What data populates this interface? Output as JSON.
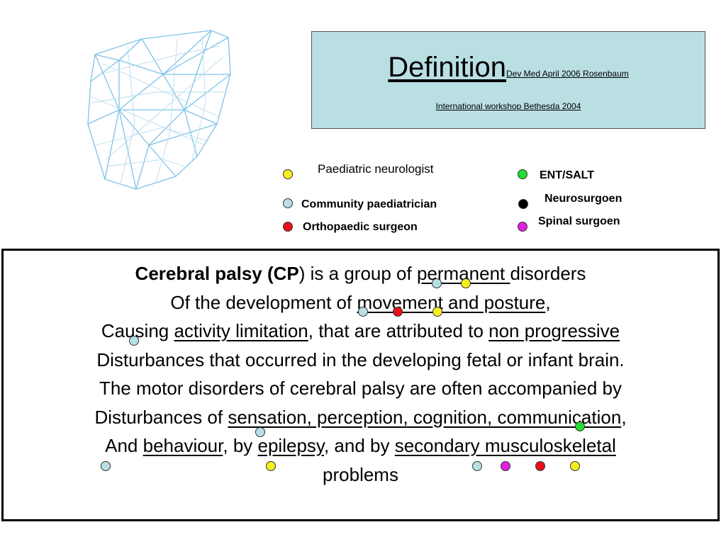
{
  "title": {
    "main": "Definition",
    "reference": "Dev Med April 2006 Rosenbaum",
    "subtitle": "International workshop Bethesda 2004  "
  },
  "legend": {
    "items": [
      {
        "label": "Paediatric neurologist",
        "color": "#f5ef1e"
      },
      {
        "label": "Community paediatrician",
        "color": "#b9dfe3"
      },
      {
        "label": "Orthopaedic surgeon",
        "color": "#e8101a"
      },
      {
        "label": "ENT/SALT",
        "color": "#22dd33"
      },
      {
        "label": "Neurosurgoen",
        "color": "#000000"
      },
      {
        "label": "Spinal surgoen",
        "color": "#e020e0"
      }
    ]
  },
  "definition": {
    "line1": {
      "bold": "Cerebral palsy (CP",
      "rest": ") is a group of ",
      "u1": "permanent ",
      "end": "disorders"
    },
    "line2": {
      "a": "Of the development of ",
      "u1": "movement and posture",
      "b": ","
    },
    "line3": {
      "a": "Causing ",
      "u1": "activity limitation",
      "b": ", that are attributed to ",
      "u2": "non progressive"
    },
    "line4": "Disturbances that occurred in the developing fetal or infant brain.",
    "line5": "The motor disorders of cerebral palsy are often accompanied by ",
    "line6": {
      "a": "Disturbances of ",
      "u1": "sensation, perception, cognition, communication",
      "b": ","
    },
    "line7": {
      "a": "And ",
      "u1": "behaviour",
      "b": ", by ",
      "u2": "epilepsy",
      "c": ", and by ",
      "u3": "secondary musculoskeletal"
    },
    "line8": "problems"
  },
  "icons": {
    "decoration": "wireframe-polyhedron-icon",
    "marker": "colored-dot-icon"
  },
  "colors": {
    "title_bg": "#b9dfe3",
    "wireframe": "#7ec3e6"
  }
}
